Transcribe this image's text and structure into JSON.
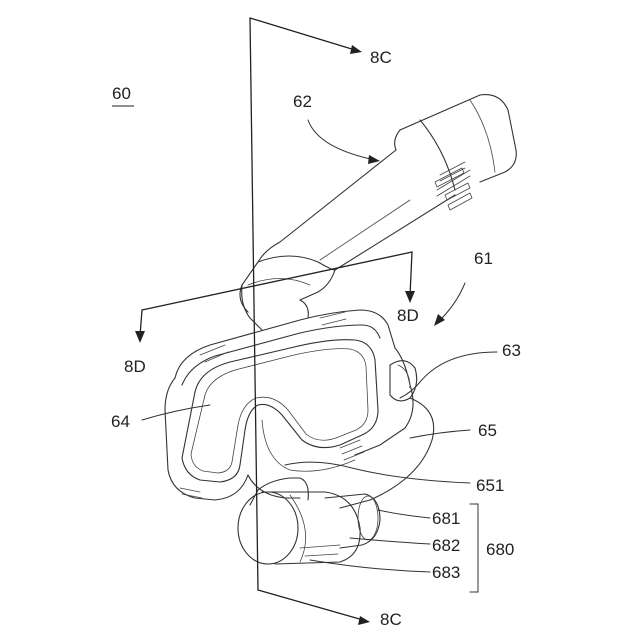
{
  "figure": {
    "labels": {
      "assembly": "60",
      "snorkel": "62",
      "mask": "61",
      "frame": "63",
      "lens": "64",
      "skirt": "65",
      "chin": "651",
      "valve_group": "680",
      "valve_a": "681",
      "valve_b": "682",
      "valve_c": "683"
    },
    "section_marks": {
      "c_top": "8C",
      "c_bottom": "8C",
      "d_right": "8D",
      "d_left": "8D"
    },
    "colors": {
      "background": "#ffffff",
      "line": "#333333",
      "text": "#222222"
    }
  }
}
